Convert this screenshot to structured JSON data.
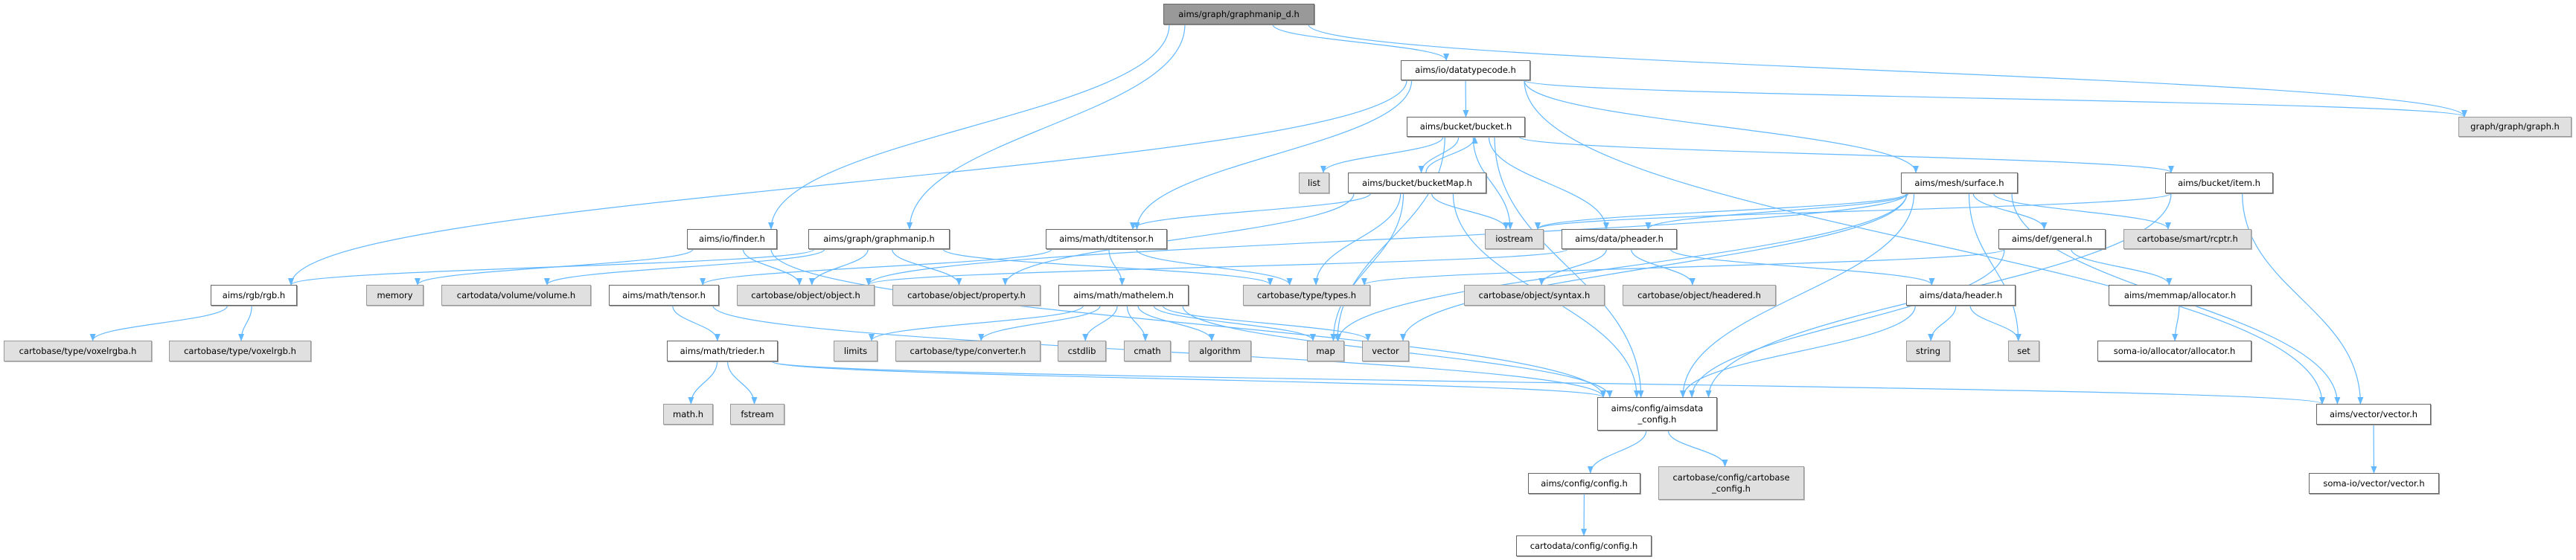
{
  "diagram": {
    "type": "include-dependency-graph",
    "colors": {
      "edge": "#63b8ff",
      "root_fill": "#999999",
      "external_fill": "#e0e0e0",
      "internal_fill": "#ffffff"
    },
    "nodes": [
      {
        "id": "graphmanip_d",
        "label": "aims/graph/graphmanip_d.h",
        "kind": "root"
      },
      {
        "id": "datatypecode",
        "label": "aims/io/datatypecode.h",
        "kind": "internal"
      },
      {
        "id": "graph",
        "label": "graph/graph/graph.h",
        "kind": "external"
      },
      {
        "id": "bucket",
        "label": "aims/bucket/bucket.h",
        "kind": "internal"
      },
      {
        "id": "list",
        "label": "list",
        "kind": "external"
      },
      {
        "id": "bucketMap",
        "label": "aims/bucket/bucketMap.h",
        "kind": "internal"
      },
      {
        "id": "surface",
        "label": "aims/mesh/surface.h",
        "kind": "internal"
      },
      {
        "id": "item",
        "label": "aims/bucket/item.h",
        "kind": "internal"
      },
      {
        "id": "finder",
        "label": "aims/io/finder.h",
        "kind": "internal"
      },
      {
        "id": "graphmanip",
        "label": "aims/graph/graphmanip.h",
        "kind": "internal"
      },
      {
        "id": "dtitensor",
        "label": "aims/math/dtitensor.h",
        "kind": "internal"
      },
      {
        "id": "iostream",
        "label": "iostream",
        "kind": "external"
      },
      {
        "id": "pheader",
        "label": "aims/data/pheader.h",
        "kind": "internal"
      },
      {
        "id": "general",
        "label": "aims/def/general.h",
        "kind": "internal"
      },
      {
        "id": "rcptr",
        "label": "cartobase/smart/rcptr.h",
        "kind": "external"
      },
      {
        "id": "rgb",
        "label": "aims/rgb/rgb.h",
        "kind": "internal"
      },
      {
        "id": "memory",
        "label": "memory",
        "kind": "external"
      },
      {
        "id": "volume",
        "label": "cartodata/volume/volume.h",
        "kind": "external"
      },
      {
        "id": "tensor",
        "label": "aims/math/tensor.h",
        "kind": "internal"
      },
      {
        "id": "object",
        "label": "cartobase/object/object.h",
        "kind": "external"
      },
      {
        "id": "property",
        "label": "cartobase/object/property.h",
        "kind": "external"
      },
      {
        "id": "mathelem",
        "label": "aims/math/mathelem.h",
        "kind": "internal"
      },
      {
        "id": "types",
        "label": "cartobase/type/types.h",
        "kind": "external"
      },
      {
        "id": "syntax",
        "label": "cartobase/object/syntax.h",
        "kind": "external"
      },
      {
        "id": "headered",
        "label": "cartobase/object/headered.h",
        "kind": "external"
      },
      {
        "id": "header",
        "label": "aims/data/header.h",
        "kind": "internal"
      },
      {
        "id": "allocator",
        "label": "aims/memmap/allocator.h",
        "kind": "internal"
      },
      {
        "id": "voxelrgba",
        "label": "cartobase/type/voxelrgba.h",
        "kind": "external"
      },
      {
        "id": "voxelrgb",
        "label": "cartobase/type/voxelrgb.h",
        "kind": "external"
      },
      {
        "id": "trieder",
        "label": "aims/math/trieder.h",
        "kind": "internal"
      },
      {
        "id": "limits",
        "label": "limits",
        "kind": "external"
      },
      {
        "id": "converter",
        "label": "cartobase/type/converter.h",
        "kind": "external"
      },
      {
        "id": "cstdlib",
        "label": "cstdlib",
        "kind": "external"
      },
      {
        "id": "cmath",
        "label": "cmath",
        "kind": "external"
      },
      {
        "id": "algorithm",
        "label": "algorithm",
        "kind": "external"
      },
      {
        "id": "map",
        "label": "map",
        "kind": "external"
      },
      {
        "id": "vector",
        "label": "vector",
        "kind": "external"
      },
      {
        "id": "string",
        "label": "string",
        "kind": "external"
      },
      {
        "id": "set",
        "label": "set",
        "kind": "external"
      },
      {
        "id": "somaalloc",
        "label": "soma-io/allocator/allocator.h",
        "kind": "internal"
      },
      {
        "id": "mathh",
        "label": "math.h",
        "kind": "external"
      },
      {
        "id": "fstream",
        "label": "fstream",
        "kind": "external"
      },
      {
        "id": "aimsdata_config",
        "label": "aims/config/aimsdata\n_config.h",
        "kind": "internal"
      },
      {
        "id": "vectorh",
        "label": "aims/vector/vector.h",
        "kind": "internal"
      },
      {
        "id": "config",
        "label": "aims/config/config.h",
        "kind": "internal"
      },
      {
        "id": "cartobase_config",
        "label": "cartobase/config/cartobase\n_config.h",
        "kind": "external"
      },
      {
        "id": "somavector",
        "label": "soma-io/vector/vector.h",
        "kind": "internal"
      },
      {
        "id": "cartodata_config",
        "label": "cartodata/config/config.h",
        "kind": "internal"
      }
    ],
    "edges": [
      [
        "graphmanip_d",
        "finder"
      ],
      [
        "graphmanip_d",
        "graphmanip"
      ],
      [
        "graphmanip_d",
        "datatypecode"
      ],
      [
        "graphmanip_d",
        "graph"
      ],
      [
        "datatypecode",
        "rgb"
      ],
      [
        "datatypecode",
        "dtitensor"
      ],
      [
        "datatypecode",
        "bucket"
      ],
      [
        "datatypecode",
        "surface"
      ],
      [
        "datatypecode",
        "graph"
      ],
      [
        "datatypecode",
        "vectorh"
      ],
      [
        "bucket",
        "list"
      ],
      [
        "bucket",
        "bucketMap"
      ],
      [
        "bucket",
        "iostream"
      ],
      [
        "bucket",
        "pheader"
      ],
      [
        "bucket",
        "item"
      ],
      [
        "bucket",
        "aimsdata_config"
      ],
      [
        "bucket",
        "map"
      ],
      [
        "bucketMap",
        "bucket"
      ],
      [
        "bucketMap",
        "dtitensor"
      ],
      [
        "bucketMap",
        "property"
      ],
      [
        "bucketMap",
        "types"
      ],
      [
        "bucketMap",
        "map"
      ],
      [
        "bucketMap",
        "aimsdata_config"
      ],
      [
        "bucketMap",
        "iostream"
      ],
      [
        "finder",
        "memory"
      ],
      [
        "finder",
        "object"
      ],
      [
        "finder",
        "aimsdata_config"
      ],
      [
        "graphmanip",
        "rgb"
      ],
      [
        "graphmanip",
        "volume"
      ],
      [
        "graphmanip",
        "object"
      ],
      [
        "graphmanip",
        "property"
      ],
      [
        "graphmanip",
        "types"
      ],
      [
        "dtitensor",
        "tensor"
      ],
      [
        "dtitensor",
        "mathelem"
      ],
      [
        "dtitensor",
        "types"
      ],
      [
        "tensor",
        "trieder"
      ],
      [
        "tensor",
        "aimsdata_config"
      ],
      [
        "trieder",
        "mathh"
      ],
      [
        "trieder",
        "fstream"
      ],
      [
        "trieder",
        "aimsdata_config"
      ],
      [
        "trieder",
        "vectorh"
      ],
      [
        "rgb",
        "voxelrgba"
      ],
      [
        "rgb",
        "voxelrgb"
      ],
      [
        "mathelem",
        "limits"
      ],
      [
        "mathelem",
        "converter"
      ],
      [
        "mathelem",
        "cstdlib"
      ],
      [
        "mathelem",
        "cmath"
      ],
      [
        "mathelem",
        "algorithm"
      ],
      [
        "mathelem",
        "map"
      ],
      [
        "mathelem",
        "vector"
      ],
      [
        "mathelem",
        "aimsdata_config"
      ],
      [
        "pheader",
        "object"
      ],
      [
        "pheader",
        "syntax"
      ],
      [
        "pheader",
        "headered"
      ],
      [
        "pheader",
        "header"
      ],
      [
        "surface",
        "iostream"
      ],
      [
        "surface",
        "pheader"
      ],
      [
        "surface",
        "general"
      ],
      [
        "surface",
        "rcptr"
      ],
      [
        "surface",
        "map"
      ],
      [
        "surface",
        "vector"
      ],
      [
        "surface",
        "set"
      ],
      [
        "surface",
        "aimsdata_config"
      ],
      [
        "surface",
        "vectorh"
      ],
      [
        "surface",
        "object"
      ],
      [
        "item",
        "iostream"
      ],
      [
        "item",
        "aimsdata_config"
      ],
      [
        "item",
        "vectorh"
      ],
      [
        "general",
        "types"
      ],
      [
        "general",
        "allocator"
      ],
      [
        "general",
        "aimsdata_config"
      ],
      [
        "allocator",
        "somaalloc"
      ],
      [
        "header",
        "string"
      ],
      [
        "header",
        "set"
      ],
      [
        "header",
        "aimsdata_config"
      ],
      [
        "aimsdata_config",
        "config"
      ],
      [
        "aimsdata_config",
        "cartobase_config"
      ],
      [
        "config",
        "cartodata_config"
      ],
      [
        "vectorh",
        "somavector"
      ]
    ]
  }
}
